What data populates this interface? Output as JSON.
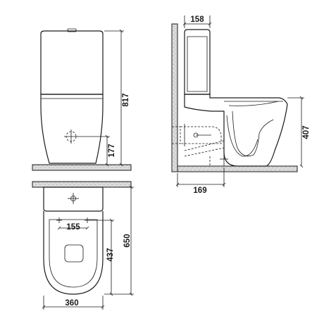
{
  "dimensions": {
    "front_height": "817",
    "front_inlet_height": "177",
    "side_tank_depth": "158",
    "side_outlet_offset": "169",
    "side_height": "407",
    "top_fixing_centres": "155",
    "top_length": "650",
    "top_seat_length": "437",
    "top_width": "360"
  },
  "colors": {
    "ink": "#1a1a1a",
    "floor_fill": "#d9d9d9",
    "speckle": "#777777"
  }
}
